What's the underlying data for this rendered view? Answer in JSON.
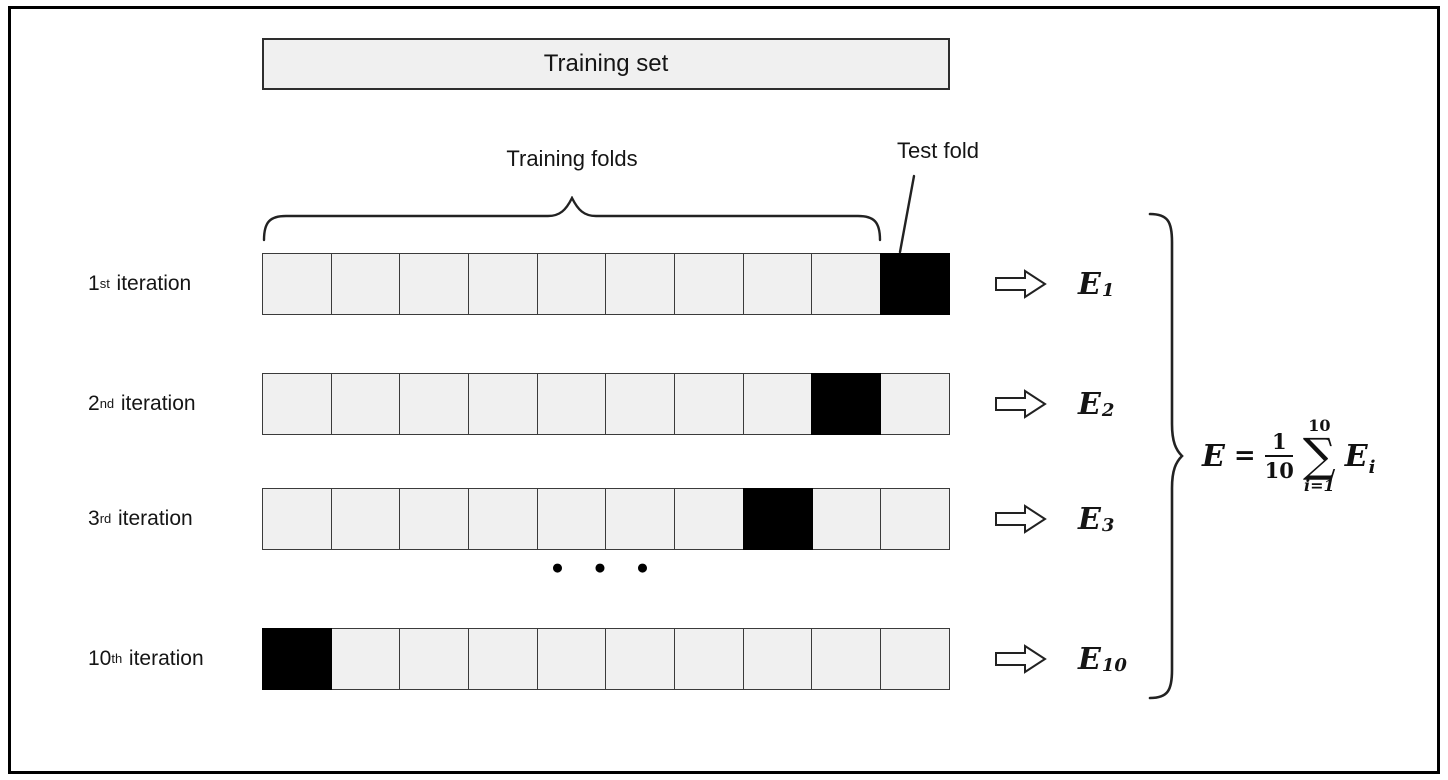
{
  "colors": {
    "fold_fill": "#f0f0f0",
    "fold_border": "#3b3b3b",
    "test_fill": "#000000",
    "frame_border": "#000000"
  },
  "header": {
    "training_set_label": "Training set"
  },
  "annotations": {
    "training_folds_label": "Training folds",
    "test_fold_label": "Test fold",
    "ellipsis": "● ● ●"
  },
  "n_folds": 10,
  "rows": [
    {
      "iter_num": "1",
      "iter_suffix": "st",
      "iter_text": "iteration",
      "test_fold_index": 9,
      "e_base": "E",
      "e_sub": "1"
    },
    {
      "iter_num": "2",
      "iter_suffix": "nd",
      "iter_text": "iteration",
      "test_fold_index": 8,
      "e_base": "E",
      "e_sub": "2"
    },
    {
      "iter_num": "3",
      "iter_suffix": "rd",
      "iter_text": "iteration",
      "test_fold_index": 7,
      "e_base": "E",
      "e_sub": "3"
    },
    {
      "iter_num": "10",
      "iter_suffix": "th",
      "iter_text": "iteration",
      "test_fold_index": 0,
      "e_base": "E",
      "e_sub": "10"
    }
  ],
  "formula": {
    "lhs": "E",
    "equals": "=",
    "numerator": "1",
    "denominator": "10",
    "sigma": "∑",
    "sum_upper": "10",
    "sum_lower": "i=1",
    "term_base": "E",
    "term_sub": "i"
  }
}
